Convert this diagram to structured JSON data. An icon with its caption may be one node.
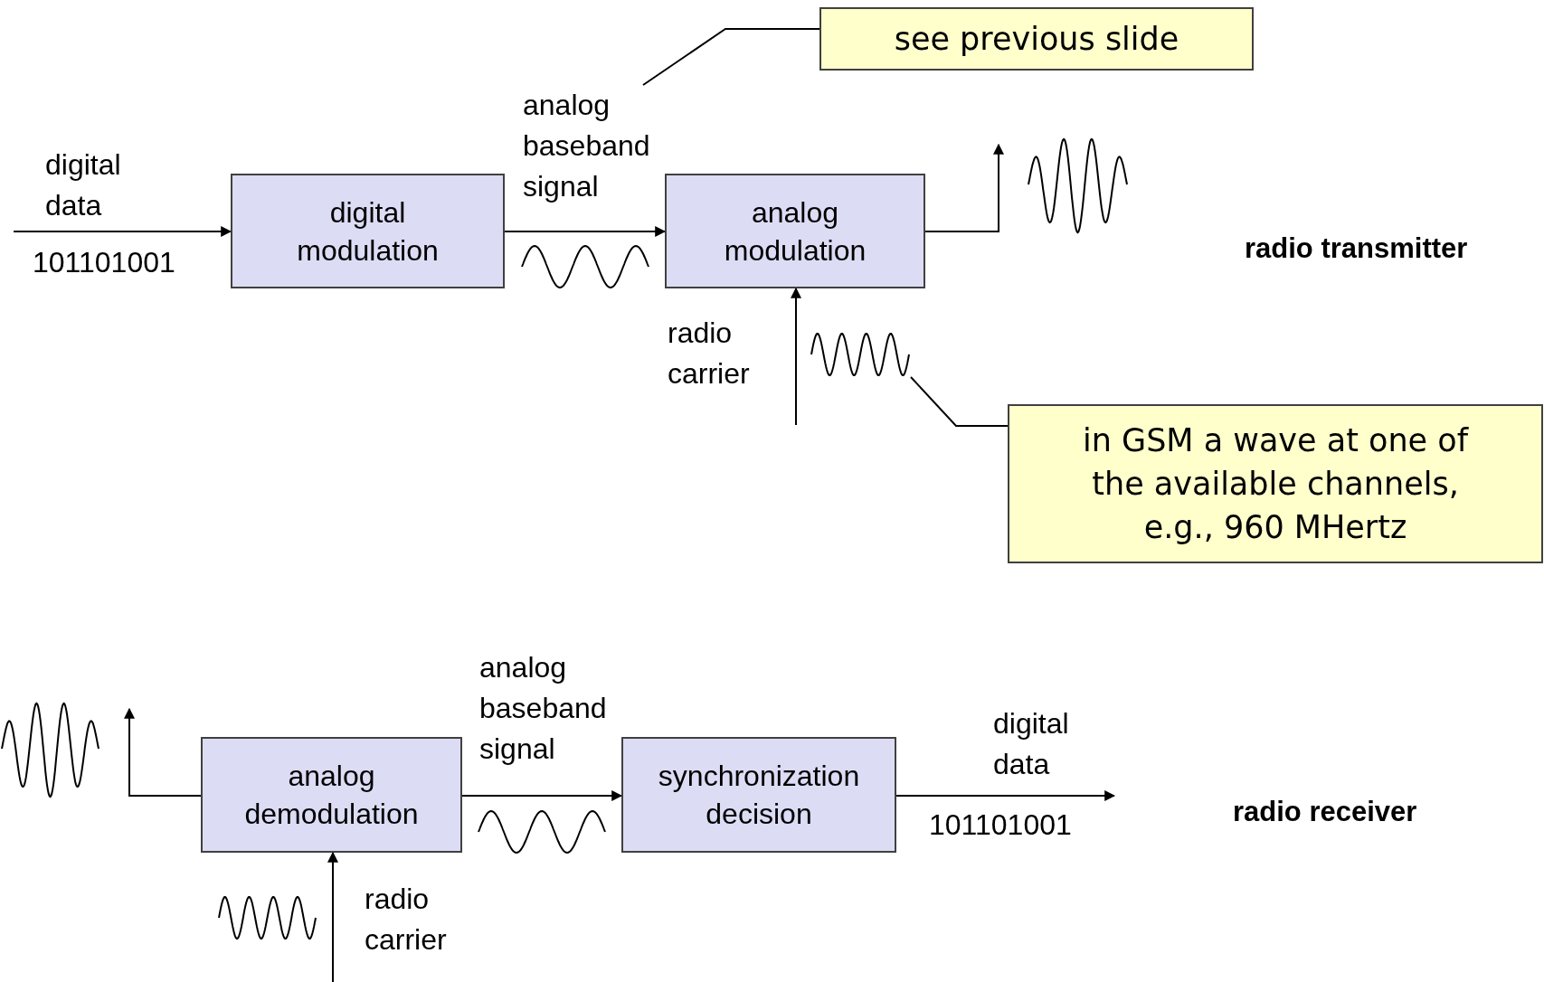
{
  "diagram": {
    "nodes": [
      {
        "text": [
          "see previous slide"
        ]
      },
      {
        "text": [
          "analog baseband signal"
        ]
      },
      {
        "text": [
          "digital modulation"
        ]
      },
      {
        "text": [
          "analog modulation"
        ]
      },
      {
        "text": [],
        "shape": "picture"
      },
      {
        "text": [
          "in GSM a wave at one of the available channels, e.g., 960 MHertz"
        ]
      },
      {
        "text": [
          "analog demodulation"
        ]
      },
      {
        "text": [
          "synchronization decision"
        ]
      }
    ],
    "edges": [
      {
        "from": null,
        "to": 2,
        "arrow": "to"
      },
      {
        "from": 2,
        "to": 3,
        "arrow": "to"
      },
      {
        "from": 3,
        "to": null,
        "arrow": "to"
      },
      {
        "from": null,
        "to": 3,
        "arrow": "to"
      },
      {
        "from": 0,
        "to": 1,
        "arrow": "none"
      },
      {
        "from": 5,
        "to": 4,
        "arrow": "none"
      },
      {
        "from": 6,
        "to": null,
        "arrow": "to"
      },
      {
        "from": 6,
        "to": 7,
        "arrow": "to"
      },
      {
        "from": 7,
        "to": null,
        "arrow": "to"
      },
      {
        "from": null,
        "to": 6,
        "arrow": "to"
      }
    ],
    "labels": [
      "digital data",
      "101101001",
      "radio transmitter",
      "radio carrier",
      "analog baseband signal",
      "digital data",
      "101101001",
      "radio receiver",
      "radio carrier"
    ]
  }
}
